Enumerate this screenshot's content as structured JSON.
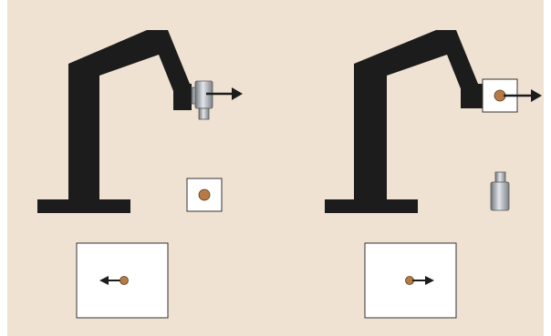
{
  "colors": {
    "background": "#efe2d3",
    "robot": "#1c1c1c",
    "marker": "#b57a45",
    "box_fill": "#ffffff",
    "box_stroke": "#333333",
    "tool_metal": "#9ea3a8",
    "arrow": "#1c1c1c"
  },
  "panels": [
    {
      "name": "left-scene",
      "tool_on_arm": "camera",
      "arm_arrow_direction": "right",
      "loose_object": "marker-box",
      "view_arrow_direction": "left"
    },
    {
      "name": "right-scene",
      "tool_on_arm": "marker-box",
      "arm_arrow_direction": "right",
      "loose_object": "camera",
      "view_arrow_direction": "right"
    }
  ]
}
